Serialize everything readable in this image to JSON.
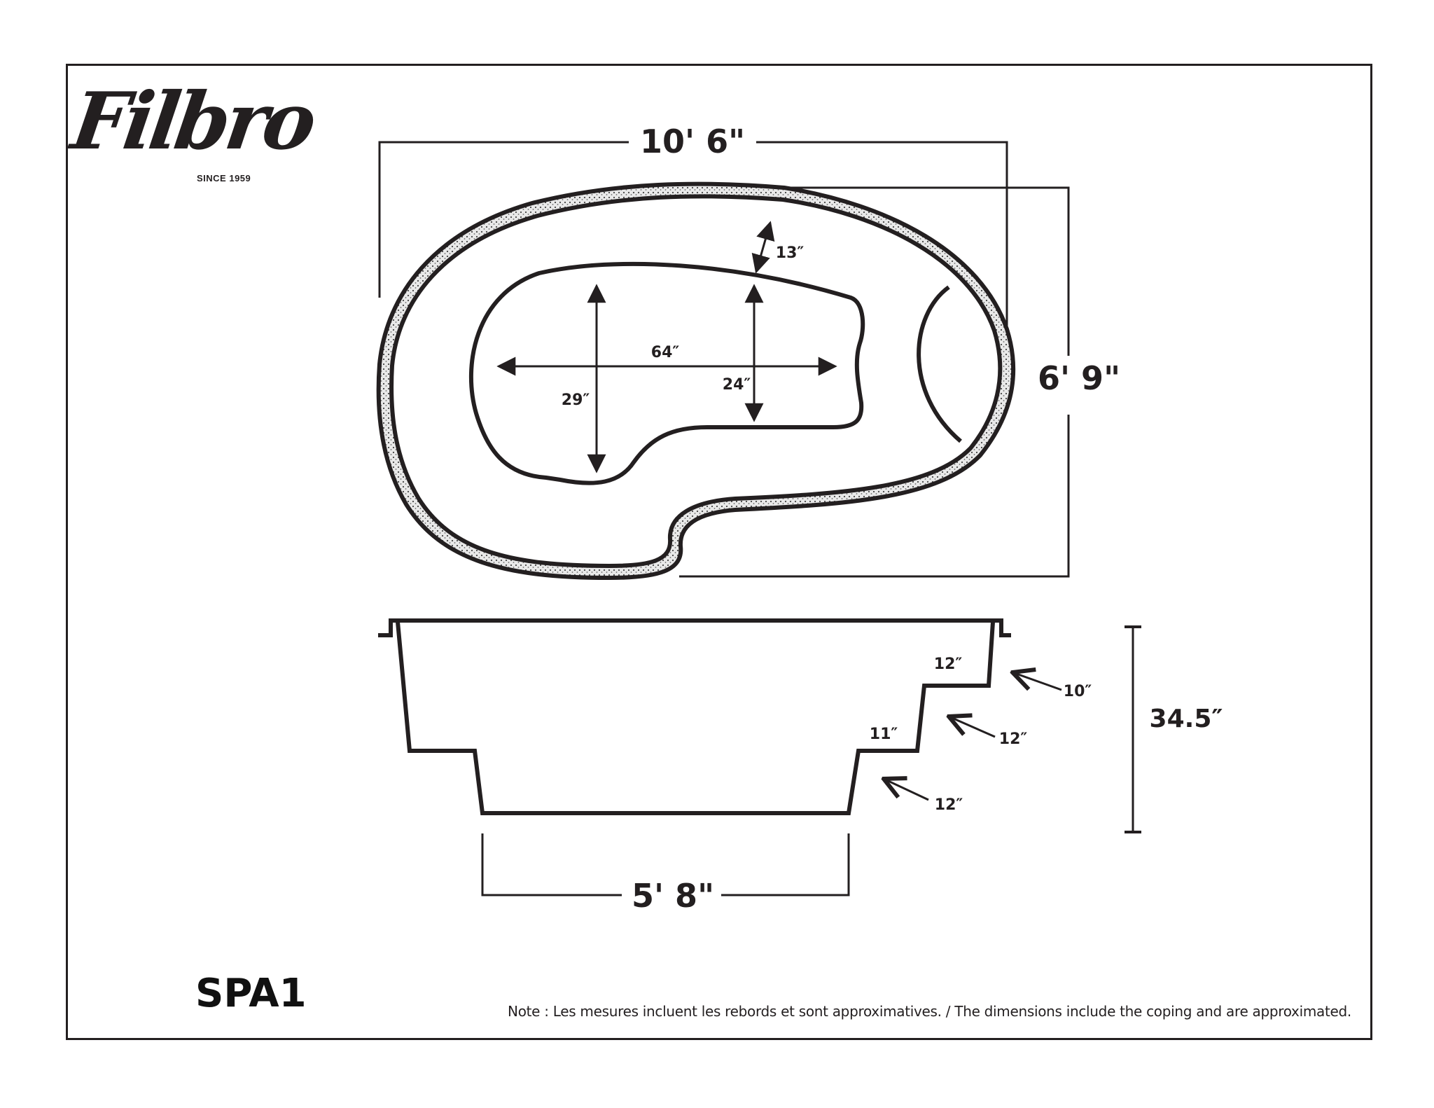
{
  "brand": {
    "name": "Filbro",
    "since": "SINCE 1959"
  },
  "model": "SPA1",
  "note": "Note : Les mesures incluent les rebords et sont approximatives. / The dimensions include the coping and are approximated.",
  "top_view": {
    "length": "10' 6\"",
    "width": "6' 9\"",
    "seat_width": "13″",
    "footwell_length": "64″",
    "footwell_width_left": "29″",
    "footwell_width_right": "24″"
  },
  "side_view": {
    "depth": "34.5″",
    "bottom_width": "5' 8\"",
    "step_upper_tread": "12″",
    "step_lower_tread": "11″",
    "rise_top": "10″",
    "rise_middle": "12″",
    "rise_bottom": "12″"
  },
  "colors": {
    "line": "#231f20",
    "coping_fill": "#e8e8e8"
  }
}
